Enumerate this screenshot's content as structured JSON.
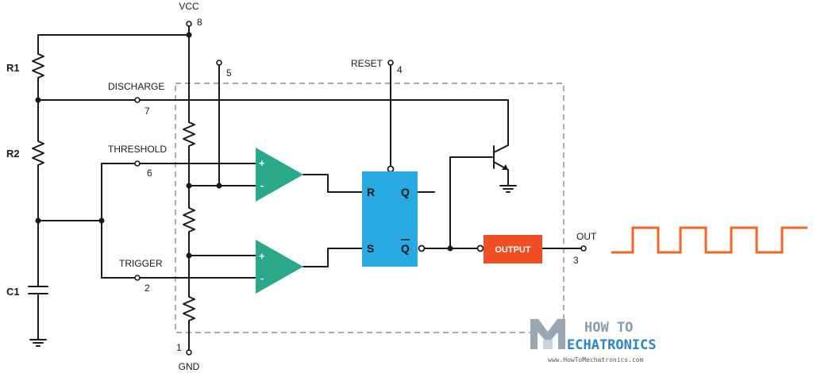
{
  "labels": {
    "vcc": "VCC",
    "gnd": "GND",
    "reset": "RESET",
    "discharge": "DISCHARGE",
    "threshold": "THRESHOLD",
    "trigger": "TRIGGER",
    "out": "OUT"
  },
  "pins": {
    "p8": "8",
    "p1": "1",
    "p5": "5",
    "p4": "4",
    "p7": "7",
    "p6": "6",
    "p2": "2",
    "p3": "3"
  },
  "components": {
    "r1": "R1",
    "r2": "R2",
    "c1": "C1"
  },
  "comparators": {
    "plus": "+",
    "minus": "-"
  },
  "flipflop": {
    "r": "R",
    "s": "S",
    "q": "Q",
    "qbar": "Q"
  },
  "output_block": "OUTPUT",
  "logo": {
    "line1": "HOW TO",
    "line2": "ECHATRONICS",
    "url": "www.HowToMechatronics.com"
  },
  "colors": {
    "comparator": "#2aa98a",
    "flipflop": "#29a9e1",
    "output": "#f04e23",
    "square_wave": "#f26522",
    "wire": "#1a1a1a",
    "ic_border": "#8c8c8c"
  }
}
